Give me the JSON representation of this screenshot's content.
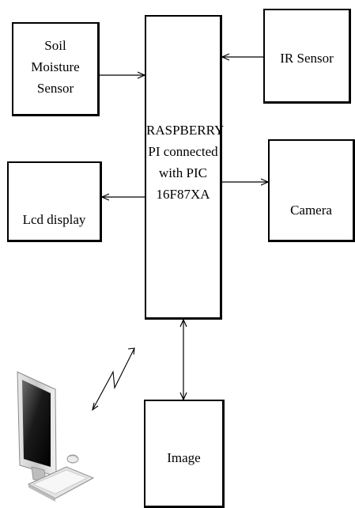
{
  "diagram": {
    "blocks": {
      "soil": {
        "lines": [
          "Soil",
          "Moisture",
          "Sensor"
        ]
      },
      "ir": {
        "label": "IR Sensor"
      },
      "lcd": {
        "label": "Lcd display"
      },
      "pi": {
        "lines": [
          "RASPBERRY",
          "PI connected",
          "with PIC",
          "16F87XA"
        ]
      },
      "camera": {
        "label": "Camera"
      },
      "image": {
        "label": "Image"
      }
    },
    "connections": [
      {
        "from": "soil",
        "to": "pi",
        "direction": "forward"
      },
      {
        "from": "ir",
        "to": "pi",
        "direction": "forward"
      },
      {
        "from": "pi",
        "to": "lcd",
        "direction": "forward"
      },
      {
        "from": "pi",
        "to": "camera",
        "direction": "forward"
      },
      {
        "from": "pi",
        "to": "image",
        "direction": "both"
      },
      {
        "from": "computer",
        "to": "pi",
        "direction": "wireless"
      }
    ],
    "icons": [
      "desktop-computer-icon",
      "wireless-link-icon"
    ]
  }
}
